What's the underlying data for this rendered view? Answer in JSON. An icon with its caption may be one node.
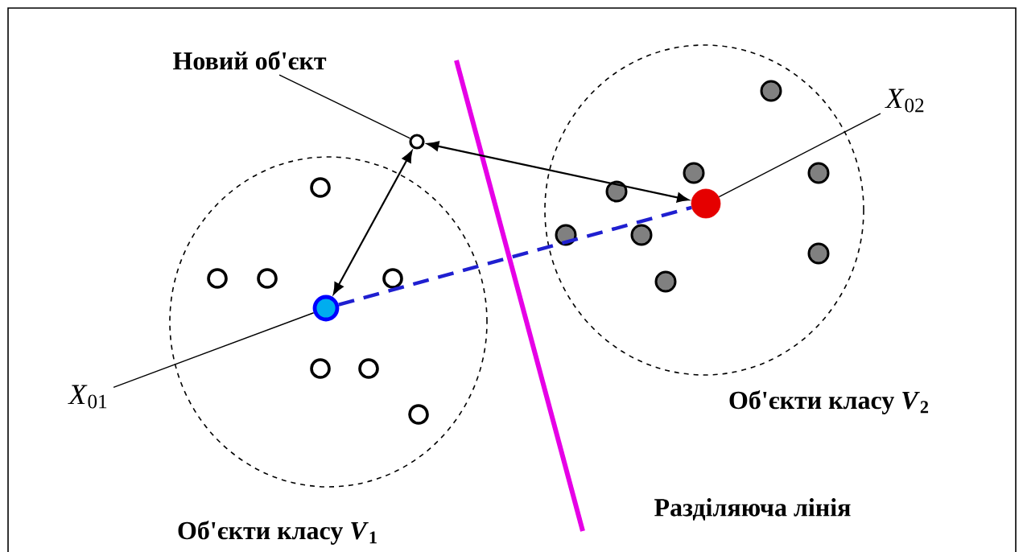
{
  "diagram": {
    "nodes": [
      {
        "text": [
          "Новий об'єкт"
        ]
      },
      {
        "text": [],
        "shape": "circle"
      },
      {
        "text": [
          "Об'єкти класу *V*$_{1}$"
        ]
      },
      {
        "text": [],
        "shape": "circle",
        "in": 2
      },
      {
        "text": [
          "*X*$_{01}$"
        ]
      },
      {
        "text": [
          "Об'єкти класу *V*$_{2}$"
        ]
      },
      {
        "text": [],
        "shape": "circle",
        "in": 5
      },
      {
        "text": [
          "*X*$_{02}$"
        ]
      }
    ],
    "edges": [
      {
        "from": 0,
        "to": 1,
        "arrow": "none"
      },
      {
        "from": 3,
        "to": 1,
        "arrow": "both"
      },
      {
        "from": 1,
        "to": 6,
        "arrow": "both"
      },
      {
        "from": 3,
        "to": 6,
        "arrow": "none",
        "style": "dashed",
        "color": "#1f1fd0"
      },
      {
        "from": 4,
        "to": 3,
        "arrow": "none"
      },
      {
        "from": 7,
        "to": 6,
        "arrow": "none"
      }
    ],
    "labels": [
      "Разділяюча лінія"
    ]
  }
}
